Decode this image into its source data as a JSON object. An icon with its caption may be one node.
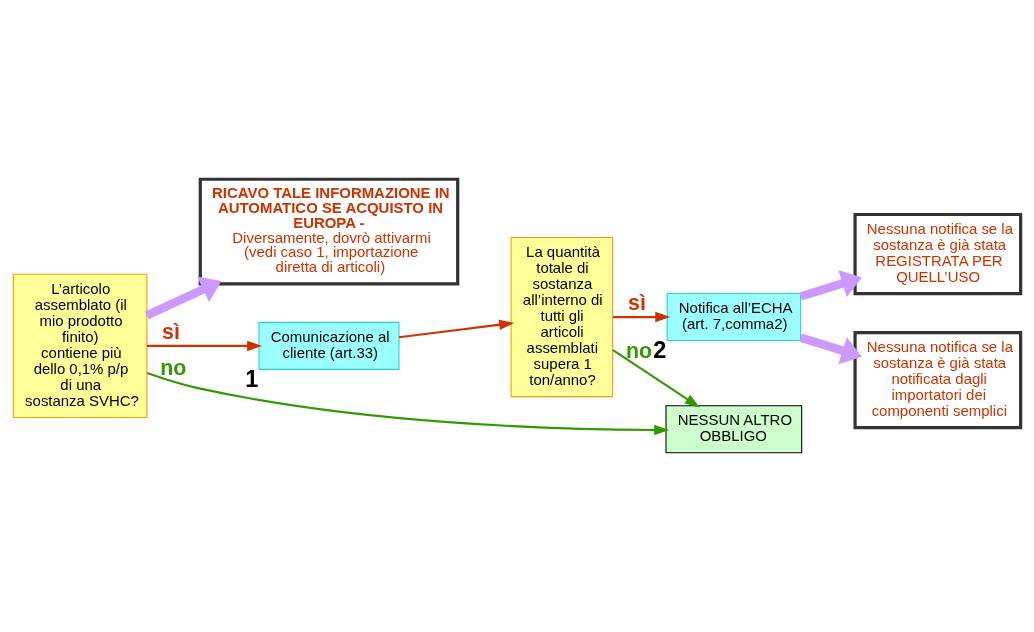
{
  "diagram": {
    "nodes": [
      {
        "text": [
          "L’articolo assemblato (il mio prodotto finito) contiene più dello 0,1% p/p di una sostanza SVHC?"
        ]
      },
      {
        "text": [
          "RICAVO TALE INFORMAZIONE IN AUTOMATICO SE ACQUISTO IN EUROPA -",
          "Diversamente, dovrò attivarmi (vedi caso 1, importazione diretta di articoli)"
        ]
      },
      {
        "text": [
          "Comunicazione al cliente (art.33)"
        ],
        "beside": [
          "1"
        ]
      },
      {
        "text": [
          "La quantità totale di sostanza all’interno di tutti gli articoli assemblati supera 1 ton/anno?"
        ]
      },
      {
        "text": [
          "Notifica all’ECHA (art. 7,comma2)"
        ],
        "beside": [
          "2"
        ]
      },
      {
        "text": [
          "Nessuna notifica se la sostanza è già stata REGISTRATA PER QUELL’USO"
        ]
      },
      {
        "text": [
          "Nessuna notifica se la sostanza è già stata notificata dagli importatori dei componenti semplici"
        ]
      },
      {
        "text": [
          "NESSUN ALTRO OBBLIGO"
        ]
      }
    ],
    "edges": [
      {
        "from": 0,
        "to": 1,
        "arrow": "to",
        "style": "thick",
        "color": "#cc99ff"
      },
      {
        "from": 0,
        "to": 2,
        "arrow": "to",
        "label": "sì",
        "color": "#cc3300"
      },
      {
        "from": 2,
        "to": 3,
        "arrow": "to",
        "color": "#cc3300"
      },
      {
        "from": 3,
        "to": 4,
        "arrow": "to",
        "label": "sì",
        "color": "#cc3300"
      },
      {
        "from": 0,
        "to": 7,
        "arrow": "to",
        "label": "no",
        "color": "#339900"
      },
      {
        "from": 3,
        "to": 7,
        "arrow": "to",
        "label": "no",
        "color": "#339900"
      },
      {
        "from": 4,
        "to": 5,
        "arrow": "to",
        "style": "thick",
        "color": "#cc99ff"
      },
      {
        "from": 4,
        "to": 6,
        "arrow": "to",
        "style": "thick",
        "color": "#cc99ff"
      }
    ]
  }
}
